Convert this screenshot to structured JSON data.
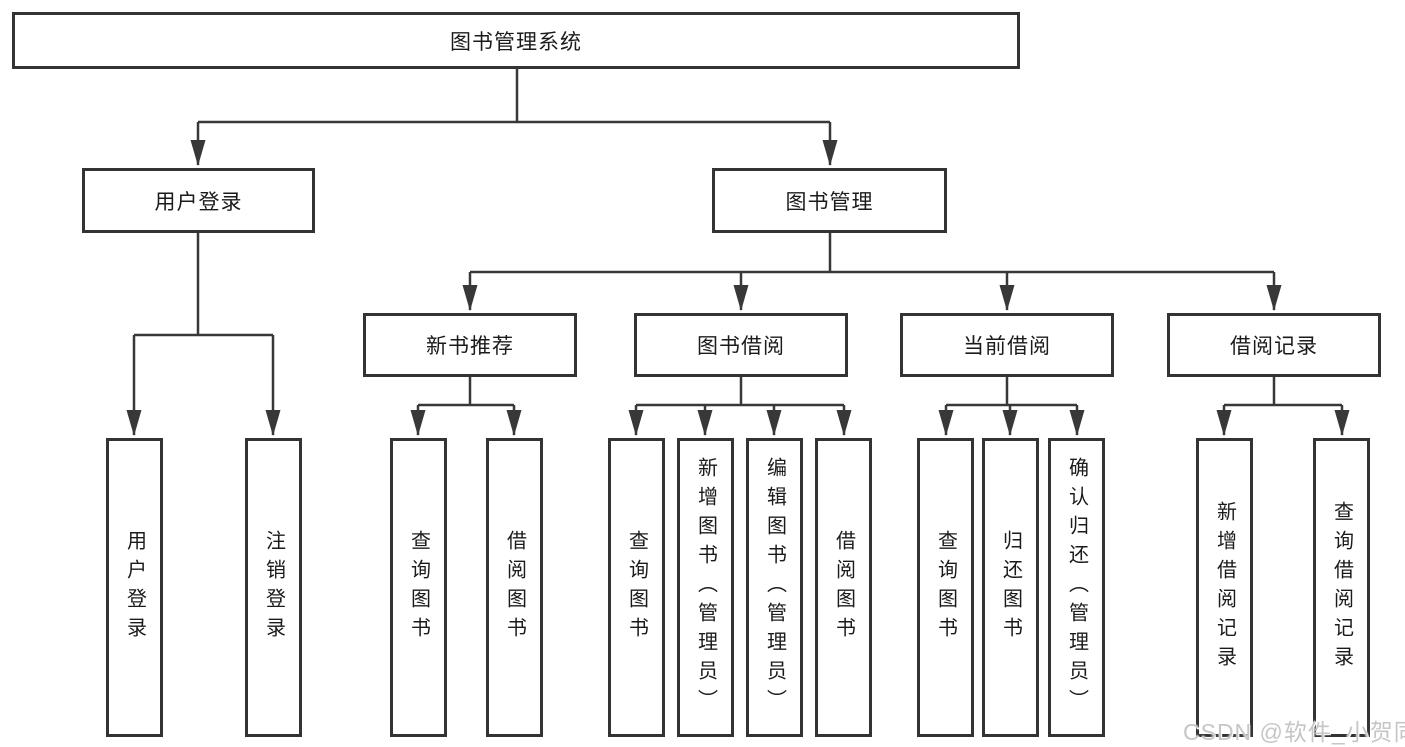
{
  "diagram": {
    "root": {
      "label": "图书管理系统"
    },
    "level2": {
      "user_login": {
        "label": "用户登录"
      },
      "book_mgmt": {
        "label": "图书管理"
      }
    },
    "level3": {
      "new_book_rec": {
        "label": "新书推荐"
      },
      "book_borrow": {
        "label": "图书借阅"
      },
      "current_borrow": {
        "label": "当前借阅"
      },
      "borrow_records": {
        "label": "借阅记录"
      }
    },
    "leaves": {
      "user_login": [
        "用户登录",
        "注销登录"
      ],
      "new_book_rec": [
        "查询图书",
        "借阅图书"
      ],
      "book_borrow": [
        "查询图书",
        "新增图书（管理员）",
        "编辑图书（管理员）",
        "借阅图书"
      ],
      "current_borrow": [
        "查询图书",
        "归还图书",
        "确认归还（管理员）"
      ],
      "borrow_records": [
        "新增借阅记录",
        "查询借阅记录"
      ]
    }
  },
  "watermark": {
    "text": "CSDN @软件_小贺同学"
  },
  "colors": {
    "background": "#ffffff",
    "box_border": "#333333",
    "connector_line": "#383838",
    "text": "#1b1b1b",
    "watermark": "#c6c6c6"
  }
}
